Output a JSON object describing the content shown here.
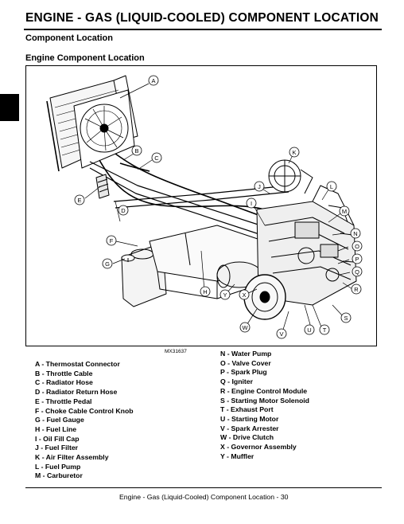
{
  "header": {
    "title": "ENGINE - GAS (LIQUID-COOLED)   COMPONENT LOCATION"
  },
  "section": {
    "heading": "Component Location",
    "subheading": "Engine Component Location"
  },
  "figure": {
    "id": "MX31637",
    "callouts": [
      "A",
      "B",
      "C",
      "D",
      "E",
      "F",
      "G",
      "H",
      "I",
      "J",
      "K",
      "L",
      "M",
      "N",
      "O",
      "P",
      "Q",
      "R",
      "S",
      "T",
      "U",
      "V",
      "W",
      "X",
      "Y"
    ]
  },
  "legend": {
    "left": [
      "A - Thermostat Connector",
      "B - Throttle Cable",
      "C - Radiator Hose",
      "D - Radiator Return Hose",
      "E - Throttle Pedal",
      "F - Choke Cable Control Knob",
      "G - Fuel Gauge",
      "H - Fuel Line",
      "I  - Oil Fill Cap",
      "J - Fuel Filter",
      "K - Air Filter Assembly",
      "L - Fuel Pump",
      "M - Carburetor"
    ],
    "right": [
      "N - Water Pump",
      "O - Valve Cover",
      "P - Spark Plug",
      "Q - Igniter",
      "R - Engine Control Module",
      "S - Starting Motor Solenoid",
      "T - Exhaust Port",
      "U - Starting Motor",
      "V - Spark Arrester",
      "W - Drive Clutch",
      "X - Governor Assembly",
      "Y - Muffler"
    ]
  },
  "footer": {
    "text": "Engine - Gas (Liquid-Cooled)   Component Location  - 30"
  }
}
